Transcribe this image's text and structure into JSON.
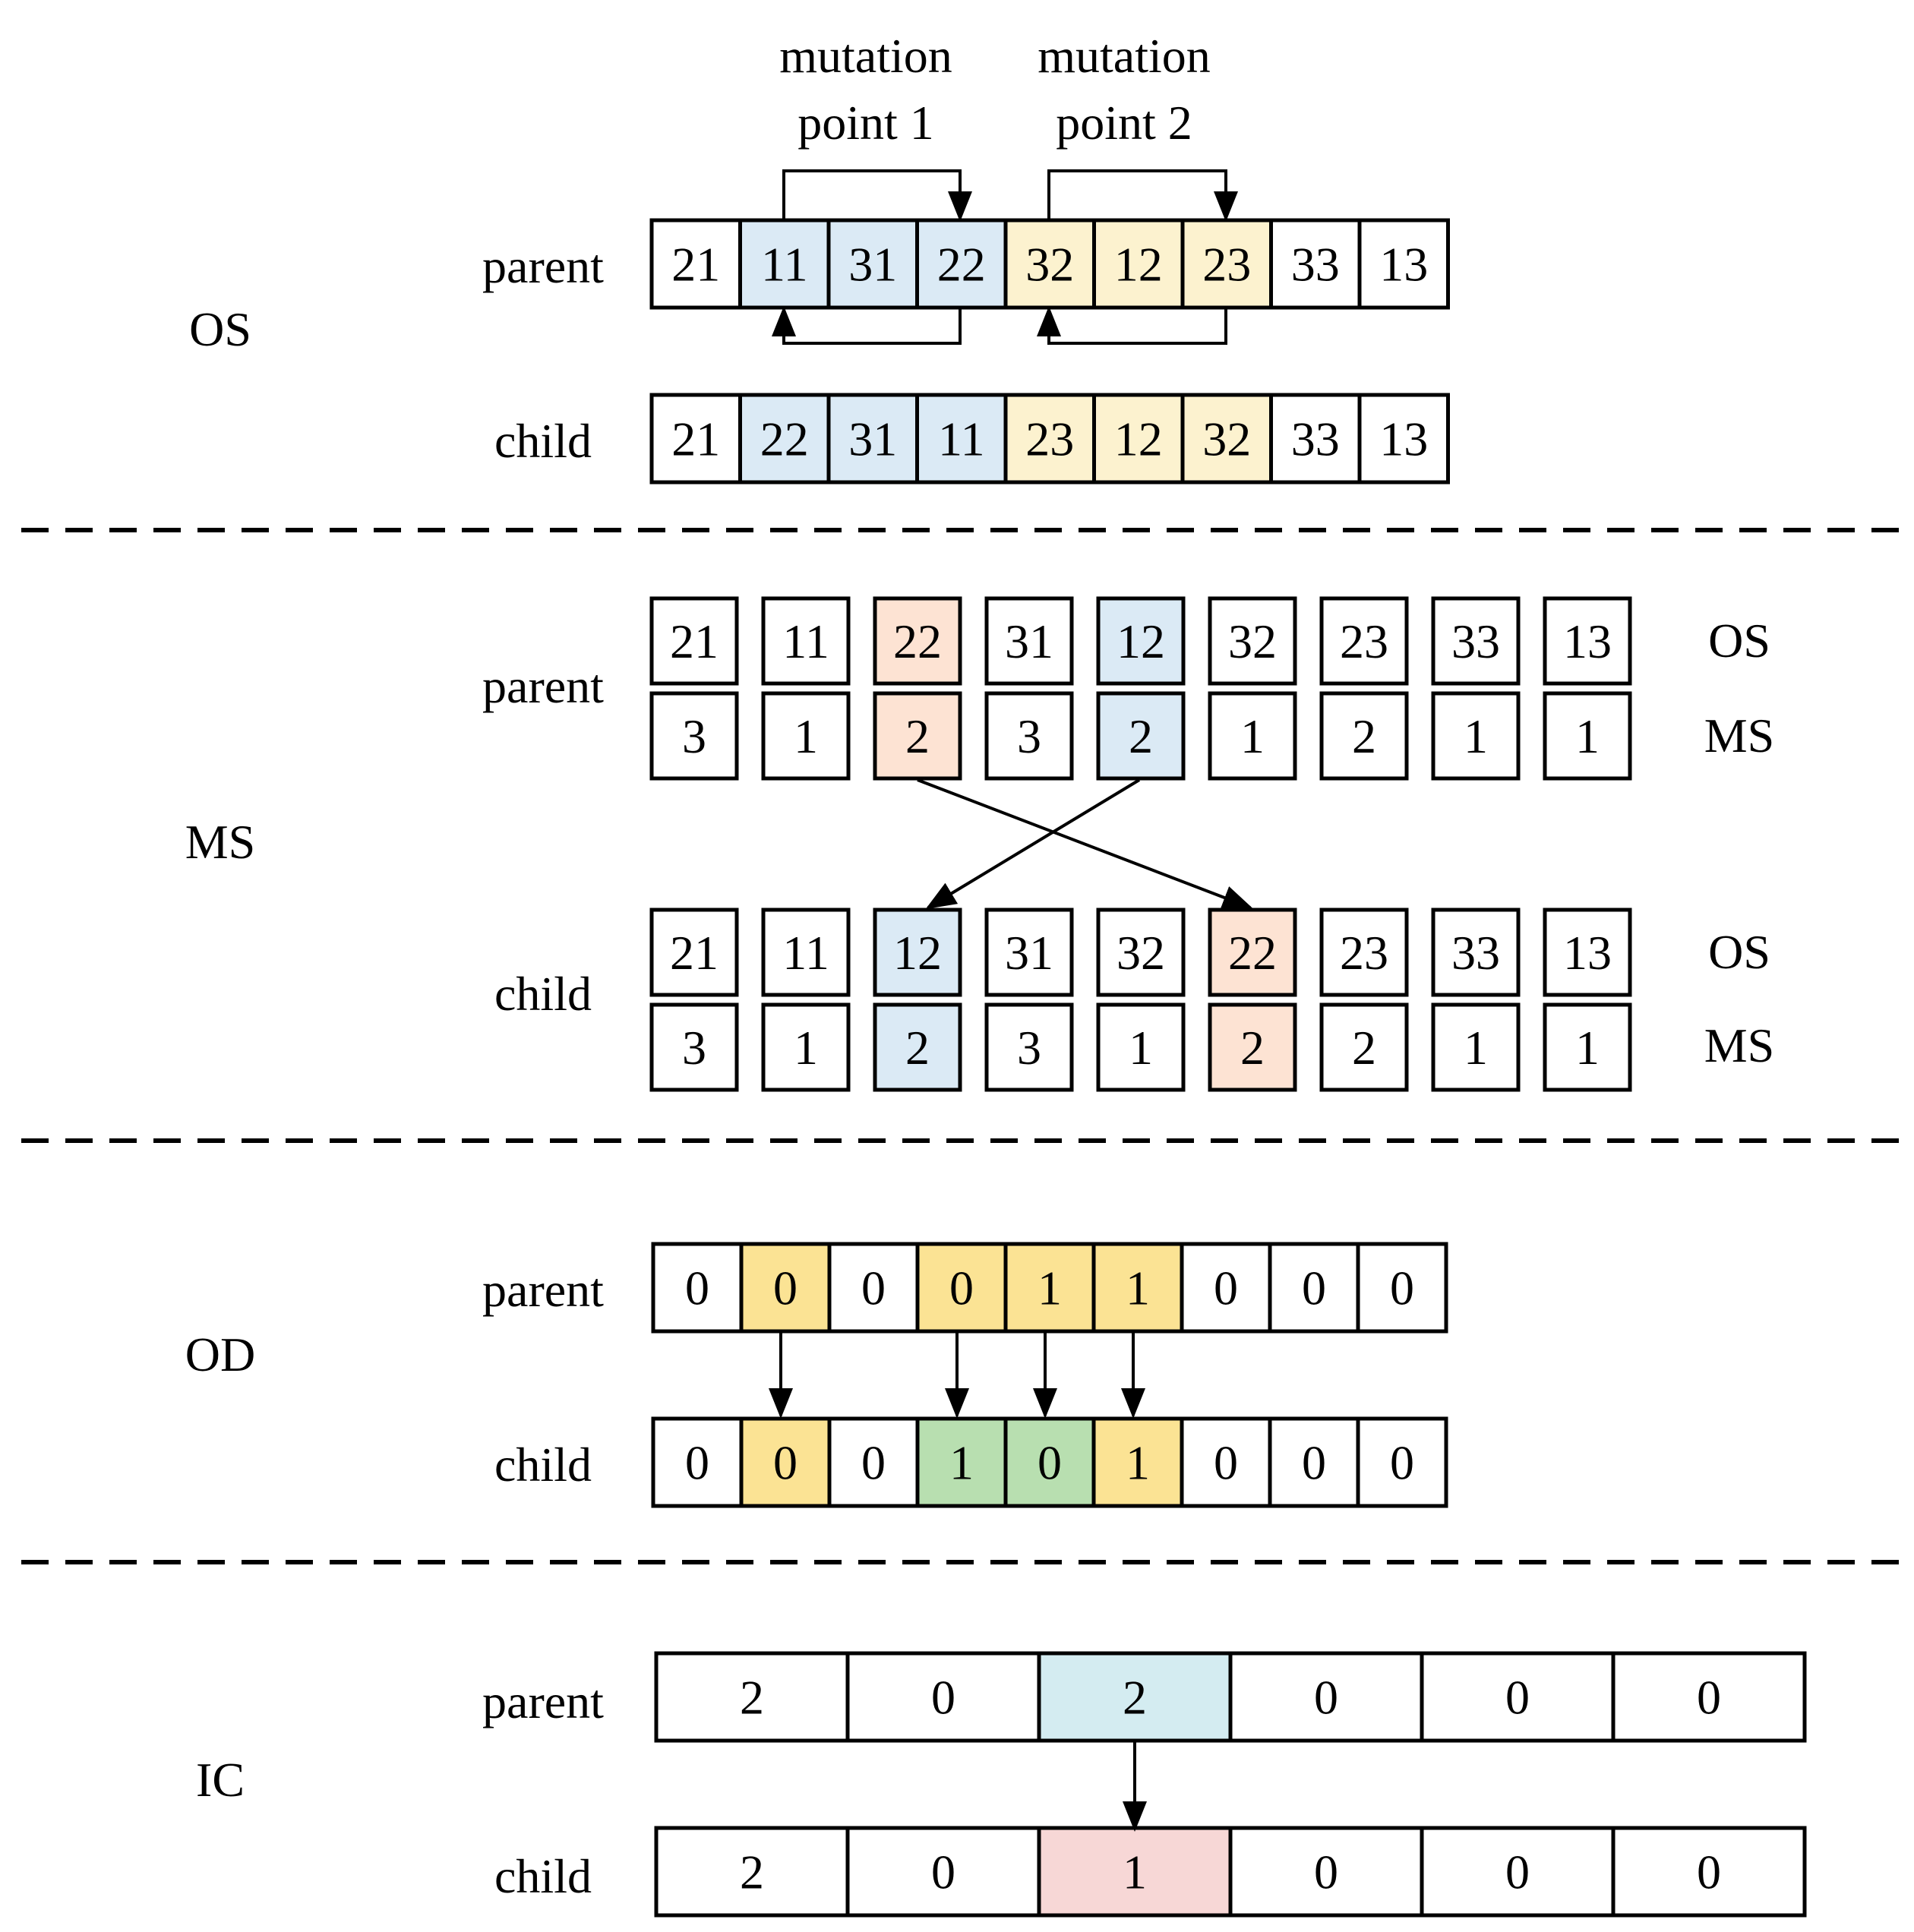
{
  "colors": {
    "white": "#ffffff",
    "blue": "#dbeaf5",
    "yellow": "#fcf2cf",
    "peach": "#fde3d3",
    "gold": "#fbe394",
    "green": "#b8dfb0",
    "cyan": "#d4ecf1",
    "pink": "#f7d7d6"
  },
  "section_labels": {
    "os": "OS",
    "ms": "MS",
    "od": "OD",
    "ic": "IC"
  },
  "row_labels": {
    "parent": "parent",
    "child": "child",
    "os": "OS",
    "ms": "MS"
  },
  "mutation_labels": {
    "p1_line1": "mutation",
    "p1_line2": "point 1",
    "p2_line1": "mutation",
    "p2_line2": "point 2"
  },
  "os": {
    "parent": [
      {
        "v": "21",
        "c": "white"
      },
      {
        "v": "11",
        "c": "blue"
      },
      {
        "v": "31",
        "c": "blue"
      },
      {
        "v": "22",
        "c": "blue"
      },
      {
        "v": "32",
        "c": "yellow"
      },
      {
        "v": "12",
        "c": "yellow"
      },
      {
        "v": "23",
        "c": "yellow"
      },
      {
        "v": "33",
        "c": "white"
      },
      {
        "v": "13",
        "c": "white"
      }
    ],
    "child": [
      {
        "v": "21",
        "c": "white"
      },
      {
        "v": "22",
        "c": "blue"
      },
      {
        "v": "31",
        "c": "blue"
      },
      {
        "v": "11",
        "c": "blue"
      },
      {
        "v": "23",
        "c": "yellow"
      },
      {
        "v": "12",
        "c": "yellow"
      },
      {
        "v": "32",
        "c": "yellow"
      },
      {
        "v": "33",
        "c": "white"
      },
      {
        "v": "13",
        "c": "white"
      }
    ]
  },
  "ms": {
    "parent": [
      {
        "os": "21",
        "ms": "3",
        "c": "white"
      },
      {
        "os": "11",
        "ms": "1",
        "c": "white"
      },
      {
        "os": "22",
        "ms": "2",
        "c": "peach"
      },
      {
        "os": "31",
        "ms": "3",
        "c": "white"
      },
      {
        "os": "12",
        "ms": "2",
        "c": "blue"
      },
      {
        "os": "32",
        "ms": "1",
        "c": "white"
      },
      {
        "os": "23",
        "ms": "2",
        "c": "white"
      },
      {
        "os": "33",
        "ms": "1",
        "c": "white"
      },
      {
        "os": "13",
        "ms": "1",
        "c": "white"
      }
    ],
    "child": [
      {
        "os": "21",
        "ms": "3",
        "c": "white"
      },
      {
        "os": "11",
        "ms": "1",
        "c": "white"
      },
      {
        "os": "12",
        "ms": "2",
        "c": "blue"
      },
      {
        "os": "31",
        "ms": "3",
        "c": "white"
      },
      {
        "os": "32",
        "ms": "1",
        "c": "white"
      },
      {
        "os": "22",
        "ms": "2",
        "c": "peach"
      },
      {
        "os": "23",
        "ms": "2",
        "c": "white"
      },
      {
        "os": "33",
        "ms": "1",
        "c": "white"
      },
      {
        "os": "13",
        "ms": "1",
        "c": "white"
      }
    ]
  },
  "od": {
    "parent": [
      {
        "v": "0",
        "c": "white"
      },
      {
        "v": "0",
        "c": "gold"
      },
      {
        "v": "0",
        "c": "white"
      },
      {
        "v": "0",
        "c": "gold"
      },
      {
        "v": "1",
        "c": "gold"
      },
      {
        "v": "1",
        "c": "gold"
      },
      {
        "v": "0",
        "c": "white"
      },
      {
        "v": "0",
        "c": "white"
      },
      {
        "v": "0",
        "c": "white"
      }
    ],
    "child": [
      {
        "v": "0",
        "c": "white"
      },
      {
        "v": "0",
        "c": "gold"
      },
      {
        "v": "0",
        "c": "white"
      },
      {
        "v": "1",
        "c": "green"
      },
      {
        "v": "0",
        "c": "green"
      },
      {
        "v": "1",
        "c": "gold"
      },
      {
        "v": "0",
        "c": "white"
      },
      {
        "v": "0",
        "c": "white"
      },
      {
        "v": "0",
        "c": "white"
      }
    ]
  },
  "ic": {
    "parent": [
      {
        "v": "2",
        "c": "white"
      },
      {
        "v": "0",
        "c": "white"
      },
      {
        "v": "2",
        "c": "cyan"
      },
      {
        "v": "0",
        "c": "white"
      },
      {
        "v": "0",
        "c": "white"
      },
      {
        "v": "0",
        "c": "white"
      }
    ],
    "child": [
      {
        "v": "2",
        "c": "white"
      },
      {
        "v": "0",
        "c": "white"
      },
      {
        "v": "1",
        "c": "pink"
      },
      {
        "v": "0",
        "c": "white"
      },
      {
        "v": "0",
        "c": "white"
      },
      {
        "v": "0",
        "c": "white"
      }
    ]
  }
}
